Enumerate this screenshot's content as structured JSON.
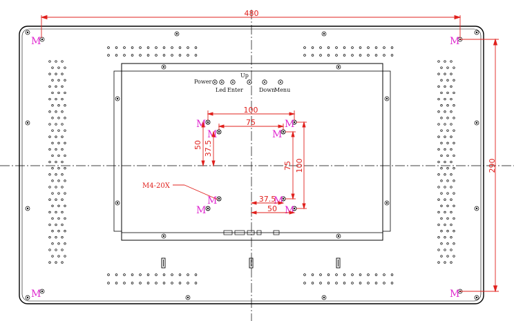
{
  "diagram": {
    "dimensions": {
      "overall_width": "480",
      "overall_height": "290",
      "vesa_100_w": "100",
      "vesa_75_w": "75",
      "vesa_50_h": "50",
      "vesa_37_5_h": "37.5",
      "vesa_75_h": "75",
      "vesa_100_h": "100",
      "vesa_37_5_w": "37.5",
      "vesa_50_w": "50"
    },
    "buttons": {
      "power": "Power",
      "led": "Led",
      "enter": "Enter",
      "up": "Up",
      "down": "Down",
      "menu": "Menu"
    },
    "screw_note": "M4-20X",
    "mount_mark": "M"
  },
  "colors": {
    "dimension": "#e0201c",
    "mount_mark": "#e02ad0",
    "outline": "#000000"
  }
}
